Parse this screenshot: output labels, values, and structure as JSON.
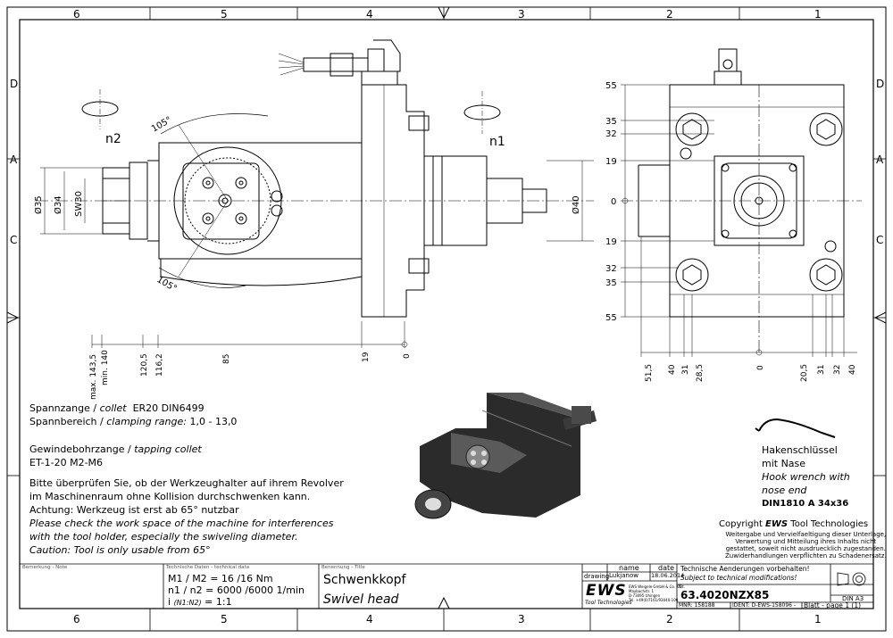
{
  "frame": {
    "columns": [
      "6",
      "5",
      "4",
      "3",
      "2",
      "1"
    ],
    "rows": [
      "D",
      "C"
    ],
    "side_markers": [
      "A",
      "A"
    ]
  },
  "front_view": {
    "rotation_labels": [
      "n2",
      "n1"
    ],
    "angle_labels": [
      "105°",
      "105°"
    ],
    "diameter_labels": [
      "Ø35",
      "Ø34",
      "SW30",
      "Ø40"
    ],
    "horizontal_dims": [
      "max. 143,5",
      "min. 140",
      "120,5",
      "116,2",
      "85",
      "19",
      "0"
    ]
  },
  "side_view": {
    "left_dims": [
      "55",
      "35",
      "32",
      "19",
      "0",
      "19",
      "32",
      "35",
      "55"
    ],
    "bottom_dims": [
      "51,5",
      "40",
      "31",
      "28,5",
      "0",
      "20,5",
      "31",
      "32",
      "40"
    ]
  },
  "notes": {
    "collet_de": "Spannzange /",
    "collet_en": "collet",
    "collet_spec": "ER20   DIN6499",
    "range_de": "Spannbereich /",
    "range_en": "clamping range:",
    "range_val": "1,0 - 13,0",
    "tapping_de": "Gewindebohrzange /",
    "tapping_en": "tapping collet",
    "tapping_spec": "ET-1-20   M2-M6",
    "warn_de_1": "Bitte überprüfen Sie, ob der Werkzeughalter auf ihrem Revolver",
    "warn_de_2": "im Maschinenraum ohne Kollision durchschwenken kann.",
    "warn_de_3": "Achtung: Werkzeug ist erst ab 65° nutzbar",
    "warn_en_1": "Please check the work space of the machine for interferences",
    "warn_en_2": "with the tool holder, especially the swiveling diameter.",
    "warn_en_3": "Caution: Tool is only usable from 65°"
  },
  "wrench_note": {
    "de_1": "Hakenschlüssel",
    "de_2": "mit Nase",
    "en_1": "Hook wrench with",
    "en_2": "nose end",
    "spec": "DIN1810  A  34x36"
  },
  "copyright": {
    "title_prefix": "Copyright ",
    "brand": "EWS",
    "title_suffix": " Tool Technologies",
    "lines": [
      "Weitergabe und Vervielfaeltigung dieser Unterlage,",
      "Verwertung und Mitteilung ihres Inhalts nicht",
      "gestattet, soweit nicht ausdruecklich zugestanden.",
      "Zuwiderhandlungen verpflichten zu Schadenersatz."
    ]
  },
  "title_block": {
    "note_label": "Bemerkung - Note",
    "tech_label": "Technische Daten - technical data",
    "torque_label": "M1 / M2",
    "torque_val": "= 16  /16  Nm",
    "speed_label": "n1 / n2",
    "speed_val": "= 6000 /6000  1/min",
    "ratio_label": "i",
    "ratio_sub": "(N1:N2)",
    "ratio_val": "= 1:1",
    "designation_label": "Benennung - Title",
    "title_de": "Schwenkkopf",
    "title_en": "Swivel head",
    "name_header": "name",
    "date_header": "date",
    "drawing_label": "drawing",
    "drawer_name": "Lukjanow",
    "drawing_date": "18.06.2014",
    "logo": "EWS",
    "logo_sub": "Tool Technologies",
    "company_lines": [
      "EWS Weigele GmbH & Co. KG",
      "Maybachstr. 1",
      "D-73095 Uhingen",
      "Tel. +49(0)7161/93040-100"
    ],
    "change_note_de": "Technische Aenderungen vorbehalten!",
    "change_note_en": "Subject to technical modifications!",
    "nr_label": "Nr.",
    "drawing_number": "63.4020NZX85",
    "mnr": "MNR: 158188",
    "ident": "IDENT: D-EWS-158096 -",
    "sheet_label": "Blatt - page",
    "sheet_val": "1 (1)",
    "format": "DIN A3"
  }
}
